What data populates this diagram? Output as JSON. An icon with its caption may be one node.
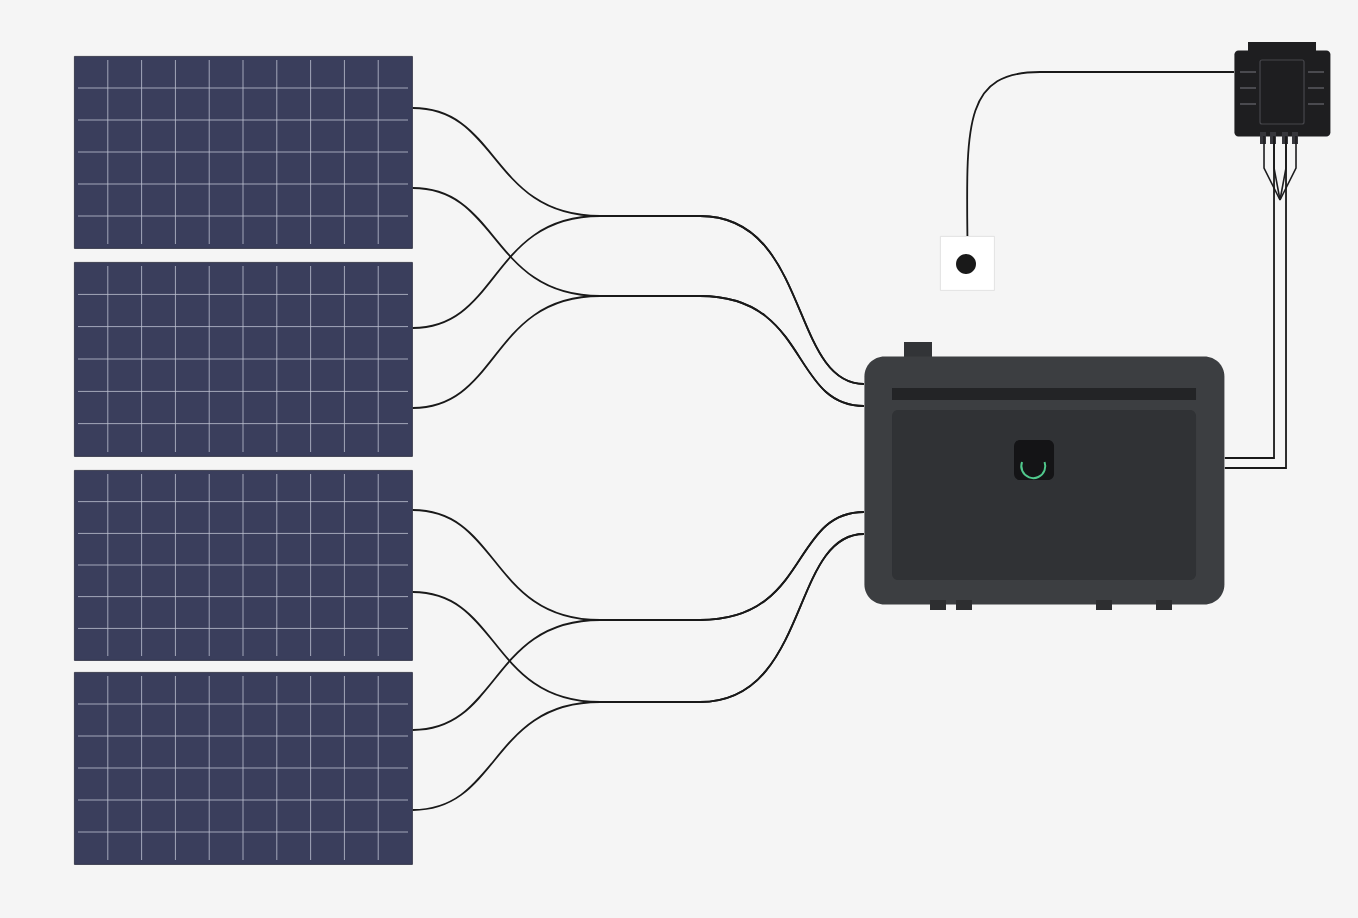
{
  "diagram": {
    "nodes": [
      {
        "text": [],
        "shape": "picture"
      },
      {
        "text": [],
        "shape": "picture"
      },
      {
        "text": [],
        "shape": "picture"
      },
      {
        "text": [],
        "shape": "picture"
      },
      {
        "text": [],
        "shape": "picture"
      },
      {
        "text": [],
        "shape": "picture"
      },
      {
        "text": [],
        "shape": "picture"
      }
    ],
    "edges": [
      {
        "from": 0,
        "to": 4,
        "arrow": "none"
      },
      {
        "from": 1,
        "to": 4,
        "arrow": "none"
      },
      {
        "from": 0,
        "to": 4,
        "arrow": "none"
      },
      {
        "from": 1,
        "to": 4,
        "arrow": "none"
      },
      {
        "from": 2,
        "to": 4,
        "arrow": "none"
      },
      {
        "from": 3,
        "to": 4,
        "arrow": "none"
      },
      {
        "from": 2,
        "to": 4,
        "arrow": "none"
      },
      {
        "from": 3,
        "to": 4,
        "arrow": "none"
      },
      {
        "from": 4,
        "to": 5,
        "arrow": "none"
      },
      {
        "from": 4,
        "to": 5,
        "arrow": "none"
      },
      {
        "from": 5,
        "to": 6,
        "arrow": "none"
      }
    ]
  }
}
